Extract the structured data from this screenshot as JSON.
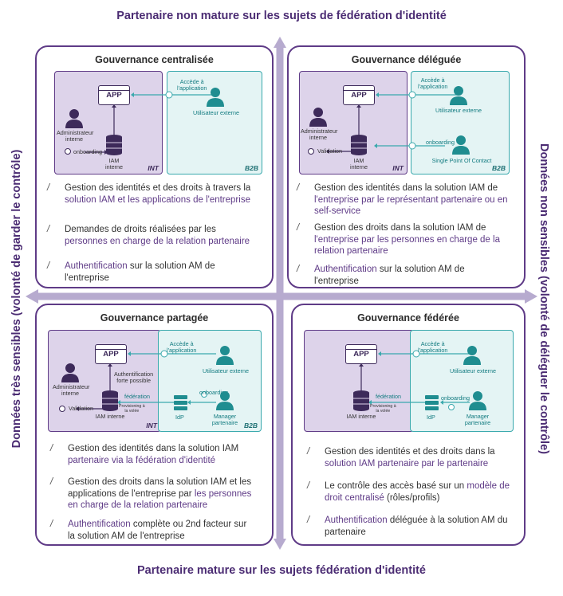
{
  "axes": {
    "top": "Partenaire non mature sur les sujets de fédération d'identité",
    "bottom": "Partenaire mature sur les sujets fédération d'identité",
    "left": "Données très sensibles (volonté de garder le contrôle)",
    "right": "Données non sensibles (volonté de déléguer le contrôle)"
  },
  "labels": {
    "app": "APP",
    "int": "INT",
    "b2b": "B2B",
    "admin_line1": "Administrateur",
    "admin_line2": "interne",
    "iam_line1": "IAM",
    "iam_line2": "interne",
    "iam_interne": "IAM interne",
    "onboarding": "onboarding",
    "validation": "Validation",
    "acces_line1": "Accède à",
    "acces_line2": "l'application",
    "utilisateur_externe": "Utilisateur externe",
    "spoc": "Single Point Of Contact",
    "auth_line1": "Authentification",
    "auth_line2": "forte possible",
    "federation": "fédération",
    "provisioning_line1": "Provisioning à",
    "provisioning_line2": "la volée",
    "idp": "IdP",
    "manager_line1": "Manager",
    "manager_line2": "partenaire"
  },
  "quadrants": {
    "q1": {
      "title": "Gouvernance centralisée",
      "bullets": [
        {
          "lines": [
            [
              {
                "t": "Gestion des identités et des droits à travers la",
                "h": false
              }
            ],
            [
              {
                "t": "solution IAM et les applications de l'entreprise",
                "h": true
              }
            ]
          ]
        },
        {
          "lines": [
            [
              {
                "t": "Demandes de droits réalisées par les",
                "h": false
              }
            ],
            [
              {
                "t": "personnes en charge de la relation partenaire",
                "h": true
              }
            ]
          ]
        },
        {
          "lines": [
            [
              {
                "t": "Authentification",
                "h": true
              },
              {
                "t": " sur la solution AM de",
                "h": false
              }
            ],
            [
              {
                "t": "l'entreprise",
                "h": false
              }
            ]
          ]
        }
      ]
    },
    "q2": {
      "title": "Gouvernance déléguée",
      "bullets": [
        {
          "lines": [
            [
              {
                "t": "Gestion des identités dans la solution IAM de",
                "h": false
              }
            ],
            [
              {
                "t": "l'entreprise par le représentant partenaire ou en",
                "h": true
              }
            ],
            [
              {
                "t": "self-service",
                "h": true
              }
            ]
          ]
        },
        {
          "lines": [
            [
              {
                "t": "Gestion des droits dans la solution IAM de",
                "h": false
              }
            ],
            [
              {
                "t": "l'entreprise par les personnes en charge de la",
                "h": true
              }
            ],
            [
              {
                "t": "relation partenaire",
                "h": true
              }
            ]
          ]
        },
        {
          "lines": [
            [
              {
                "t": "Authentification",
                "h": true
              },
              {
                "t": " sur la solution AM de",
                "h": false
              }
            ],
            [
              {
                "t": "l'entreprise",
                "h": false
              }
            ]
          ]
        }
      ]
    },
    "q3": {
      "title": "Gouvernance partagée",
      "bullets": [
        {
          "lines": [
            [
              {
                "t": "Gestion des identités dans la solution IAM",
                "h": false
              }
            ],
            [
              {
                "t": "partenaire via la fédération d'identité",
                "h": true
              }
            ]
          ]
        },
        {
          "lines": [
            [
              {
                "t": "Gestion des droits dans la solution IAM et les",
                "h": false
              }
            ],
            [
              {
                "t": "applications de l'entreprise par ",
                "h": false
              },
              {
                "t": "les personnes",
                "h": true
              }
            ],
            [
              {
                "t": "en charge de la relation partenaire",
                "h": true
              }
            ]
          ]
        },
        {
          "lines": [
            [
              {
                "t": "Authentification",
                "h": true
              },
              {
                "t": " complète ou 2nd facteur sur",
                "h": false
              }
            ],
            [
              {
                "t": "la solution AM de l'entreprise",
                "h": false
              }
            ]
          ]
        }
      ]
    },
    "q4": {
      "title": "Gouvernance fédérée",
      "bullets": [
        {
          "lines": [
            [
              {
                "t": "Gestion des identités et des droits dans la",
                "h": false
              }
            ],
            [
              {
                "t": "solution IAM partenaire par le partenaire",
                "h": true
              }
            ]
          ]
        },
        {
          "lines": [
            [
              {
                "t": "Le contrôle des accès basé sur un ",
                "h": false
              },
              {
                "t": "modèle de",
                "h": true
              }
            ],
            [
              {
                "t": "droit centralisé",
                "h": true
              },
              {
                "t": " (rôles/profils)",
                "h": false
              }
            ]
          ]
        },
        {
          "lines": [
            [
              {
                "t": "Authentification",
                "h": true
              },
              {
                "t": " déléguée à la solution AM du",
                "h": false
              }
            ],
            [
              {
                "t": "partenaire",
                "h": false
              }
            ]
          ]
        }
      ]
    }
  },
  "colors": {
    "purple": "#5f3b87",
    "axis": "#b7abcf",
    "teal": "#3aa9ad",
    "dark": "#3d2a5a"
  }
}
